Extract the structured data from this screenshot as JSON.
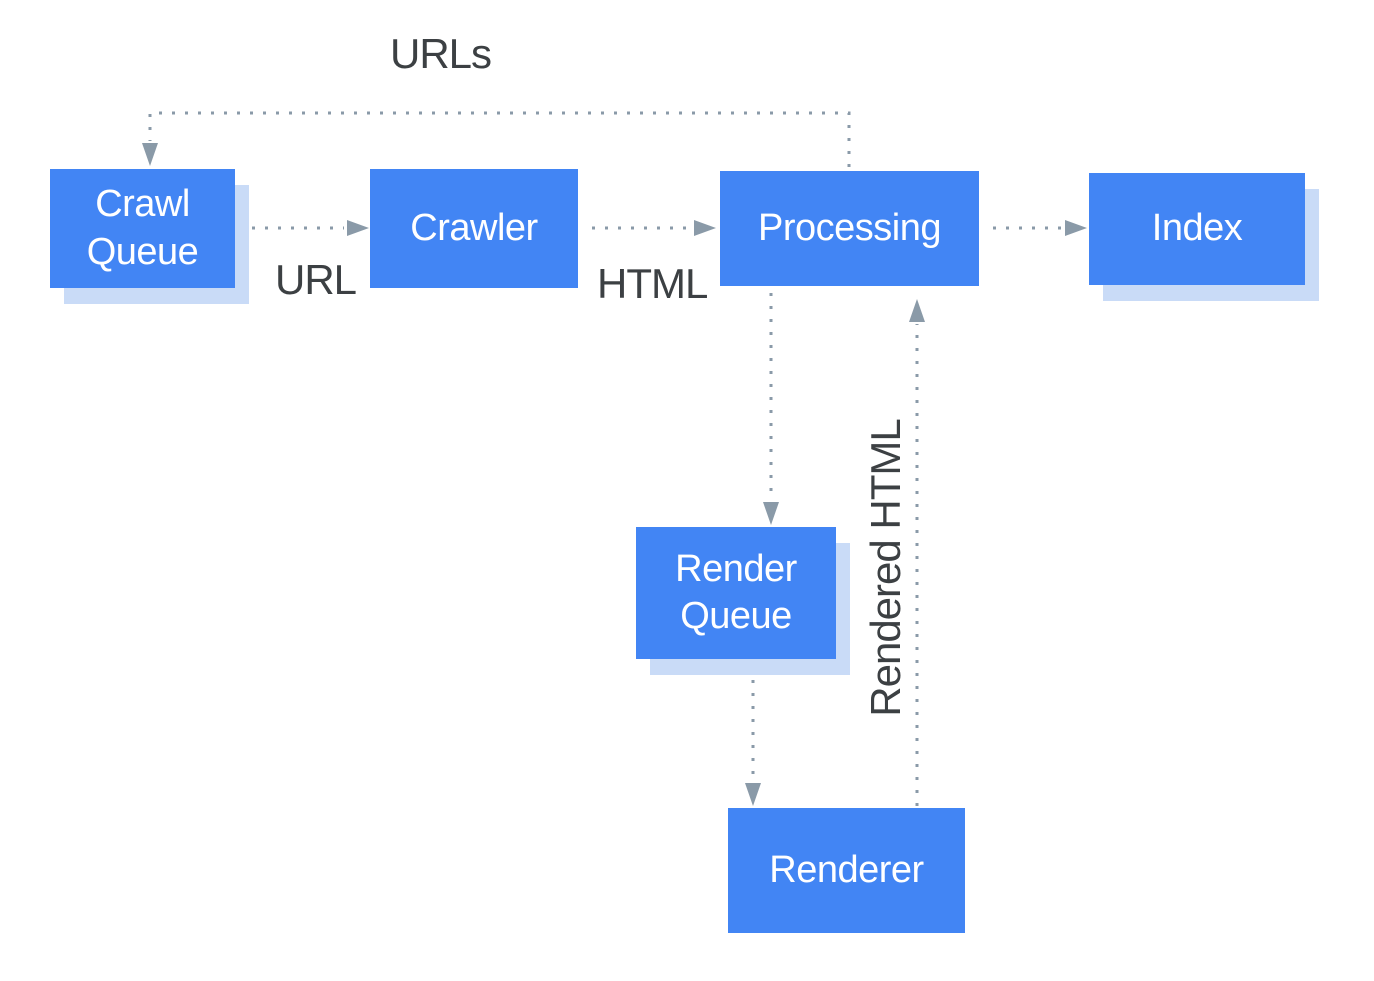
{
  "diagram": {
    "description": "Crawl, render and index pipeline flow diagram",
    "nodes": [
      {
        "id": "crawl-queue",
        "label": "Crawl Queue"
      },
      {
        "id": "crawler",
        "label": "Crawler"
      },
      {
        "id": "processing",
        "label": "Processing"
      },
      {
        "id": "index",
        "label": "Index"
      },
      {
        "id": "render-queue",
        "label": "Render Queue"
      },
      {
        "id": "renderer",
        "label": "Renderer"
      }
    ],
    "edges": [
      {
        "from": "crawl-queue",
        "to": "crawler",
        "label": "URL"
      },
      {
        "from": "crawler",
        "to": "processing",
        "label": "HTML"
      },
      {
        "from": "processing",
        "to": "index",
        "label": ""
      },
      {
        "from": "processing",
        "to": "crawl-queue",
        "label": "URLs"
      },
      {
        "from": "processing",
        "to": "render-queue",
        "label": ""
      },
      {
        "from": "render-queue",
        "to": "renderer",
        "label": ""
      },
      {
        "from": "renderer",
        "to": "processing",
        "label": "Rendered HTML"
      }
    ],
    "edge_labels": {
      "urls": "URLs",
      "url": "URL",
      "html": "HTML",
      "rendered_html": "Rendered HTML"
    },
    "colors": {
      "node_fill": "#4285F4",
      "node_shadow": "#C9DBF7",
      "node_text": "#FFFFFF",
      "connector": "#8A9AA8",
      "label_text": "#3C4043",
      "background": "#FFFFFF"
    }
  }
}
